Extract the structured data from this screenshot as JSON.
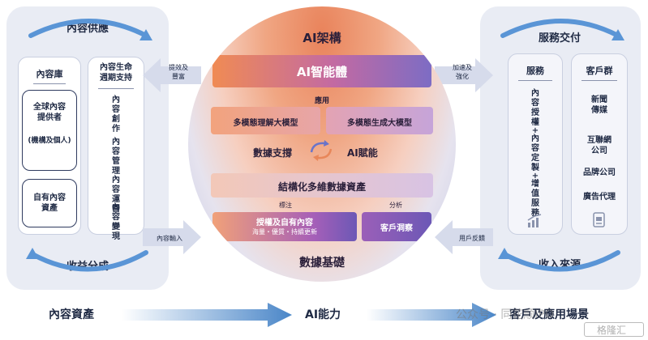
{
  "globe": {
    "title": "AI架構",
    "ai_body": "AI智能體",
    "apply": "應用",
    "model_left": "多模態理解大模型",
    "model_right": "多模態生成大模型",
    "data_support": "數據支撐",
    "ai_empower": "AI賦能",
    "structured": "結構化多維數據資產",
    "label_tag": "標注",
    "analysis_tag": "分析",
    "auth_line1": "授權及自有內容",
    "auth_line2": "海量・優質・持續更新",
    "insight": "客戶洞察",
    "data_base": "數據基礎"
  },
  "left": {
    "supply": "內容供應",
    "lib_title": "內容庫",
    "global_provider": [
      "全球內容",
      "提供者"
    ],
    "org": "(機構及個人)",
    "own_content": [
      "自有內容",
      "資產"
    ],
    "lifecycle_title": [
      "內容生命",
      "週期支持"
    ],
    "steps": [
      [
        "內",
        "容",
        "創",
        "作"
      ],
      [
        "內",
        "容",
        "管",
        "理"
      ],
      [
        "內",
        "容",
        "運",
        "營"
      ],
      [
        "內",
        "容",
        "變",
        "現"
      ]
    ],
    "revenue_share": "收益分成"
  },
  "right": {
    "delivery": "服務交付",
    "service_title": "服務",
    "services": [
      [
        "內",
        "容",
        "授",
        "權"
      ],
      [
        "內",
        "容",
        "定",
        "製"
      ],
      [
        "增",
        "值",
        "服",
        "務"
      ]
    ],
    "plus": "+",
    "clients_title": "客戶群",
    "clients": [
      [
        "新聞",
        "傳媒"
      ],
      [
        "互聯網",
        "公司"
      ],
      [
        "品牌公司"
      ],
      [
        "廣告代理"
      ]
    ],
    "income": "收入來源"
  },
  "connectors": {
    "feedback": [
      "提效及",
      "豐富"
    ],
    "content_in": "內容輸入",
    "accelerate": [
      "加速及",
      "強化"
    ],
    "user_feedback": "用戶反饋"
  },
  "bottom": {
    "content_assets": "內容資產",
    "ai_capability": "AI能力",
    "client_scene": "客戶及應用場景"
  },
  "watermark": "公众号 · 同花顺IPO",
  "watermark_brand": "格隆汇"
}
